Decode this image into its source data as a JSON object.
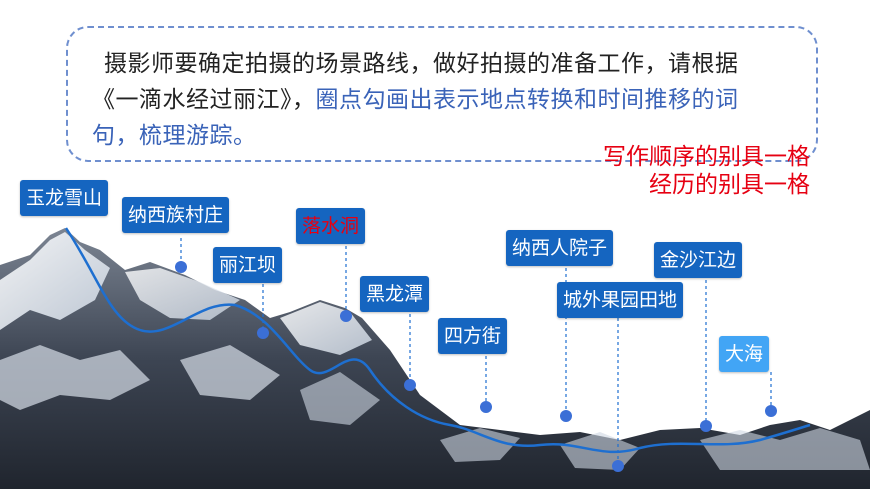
{
  "prompt": {
    "line1": "摄影师要确定拍摄的场景路线，做好拍摄的准备工作，请根据",
    "line2_plain": "《一滴水经过丽江》，",
    "line2_highlight": "圈点勾画出表示地点转换和时间推移的词",
    "line3_highlight": "句，梳理游踪。"
  },
  "notes": {
    "line1": "写作顺序的别具一格",
    "line2": "经历的别具一格"
  },
  "places": [
    "玉龙雪山",
    "纳西族村庄",
    "丽江坝",
    "落水洞",
    "黑龙潭",
    "四方街",
    "纳西人院子",
    "城外果园田地",
    "金沙江边",
    "大海"
  ],
  "colors": {
    "label_blue": "#1565c0",
    "label_light_blue": "#42a5f5",
    "route_line": "#1e6fd0",
    "emphasis_red": "#e60012",
    "highlight_text": "#3a63b8"
  }
}
